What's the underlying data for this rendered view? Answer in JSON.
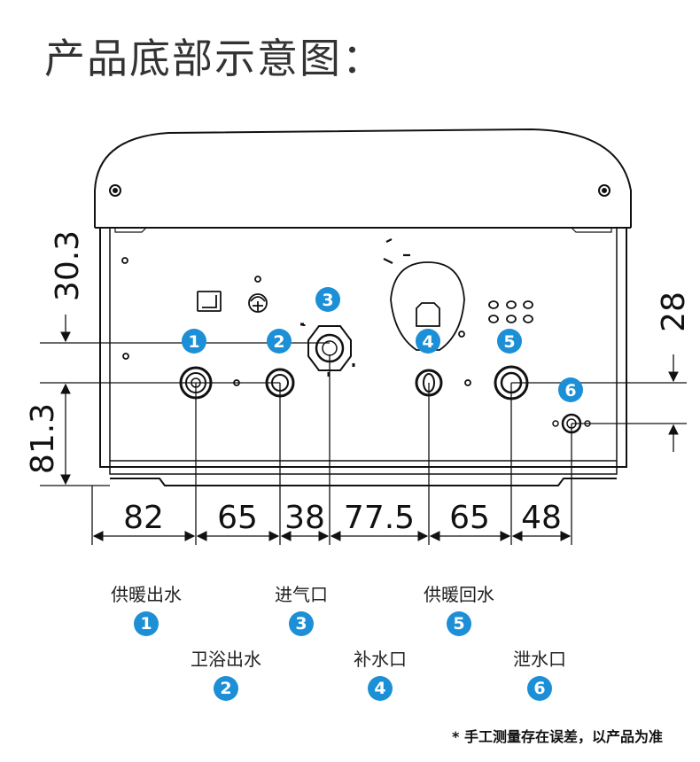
{
  "title": "产品底部示意图：",
  "badge_color": "#1c8fd6",
  "dimensions": {
    "vertical_left": [
      "30.3",
      "81.3"
    ],
    "vertical_right": [
      "28"
    ],
    "horizontal": [
      "82",
      "65",
      "38",
      "77.5",
      "65",
      "48"
    ]
  },
  "ports": [
    {
      "number": "1",
      "label": "供暖出水"
    },
    {
      "number": "2",
      "label": "卫浴出水"
    },
    {
      "number": "3",
      "label": "进气口"
    },
    {
      "number": "4",
      "label": "补水口"
    },
    {
      "number": "5",
      "label": "供暖回水"
    },
    {
      "number": "6",
      "label": "泄水口"
    }
  ],
  "footnote": "* 手工测量存在误差，以产品为准"
}
